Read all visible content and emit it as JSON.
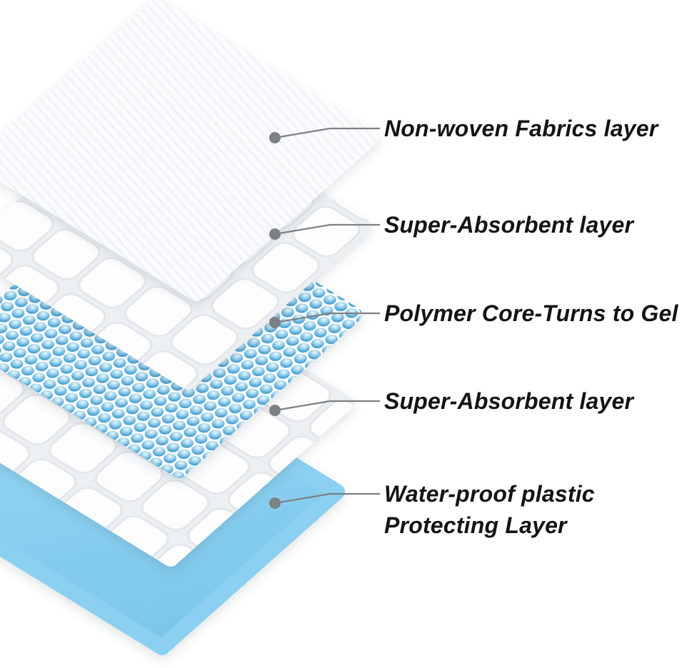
{
  "diagram": {
    "labels": [
      {
        "id": "non-woven",
        "lines": [
          "Non-woven Fabrics layer"
        ]
      },
      {
        "id": "super-absorbent-top",
        "lines": [
          "Super-Absorbent layer"
        ]
      },
      {
        "id": "polymer-core",
        "lines": [
          "Polymer Core-Turns to Gel"
        ]
      },
      {
        "id": "super-absorbent-bottom",
        "lines": [
          "Super-Absorbent layer"
        ]
      },
      {
        "id": "water-proof",
        "lines": [
          "Water-proof plastic",
          "Protecting Layer"
        ]
      }
    ],
    "colors": {
      "label_text": "#141414",
      "callout_gray": "#7d8084",
      "bead_blue": "#3f98cf",
      "waterproof_blue": "#8ed3f2",
      "quilt_groove": "#e9edf0",
      "sheet_white": "#fdfdfe"
    }
  }
}
